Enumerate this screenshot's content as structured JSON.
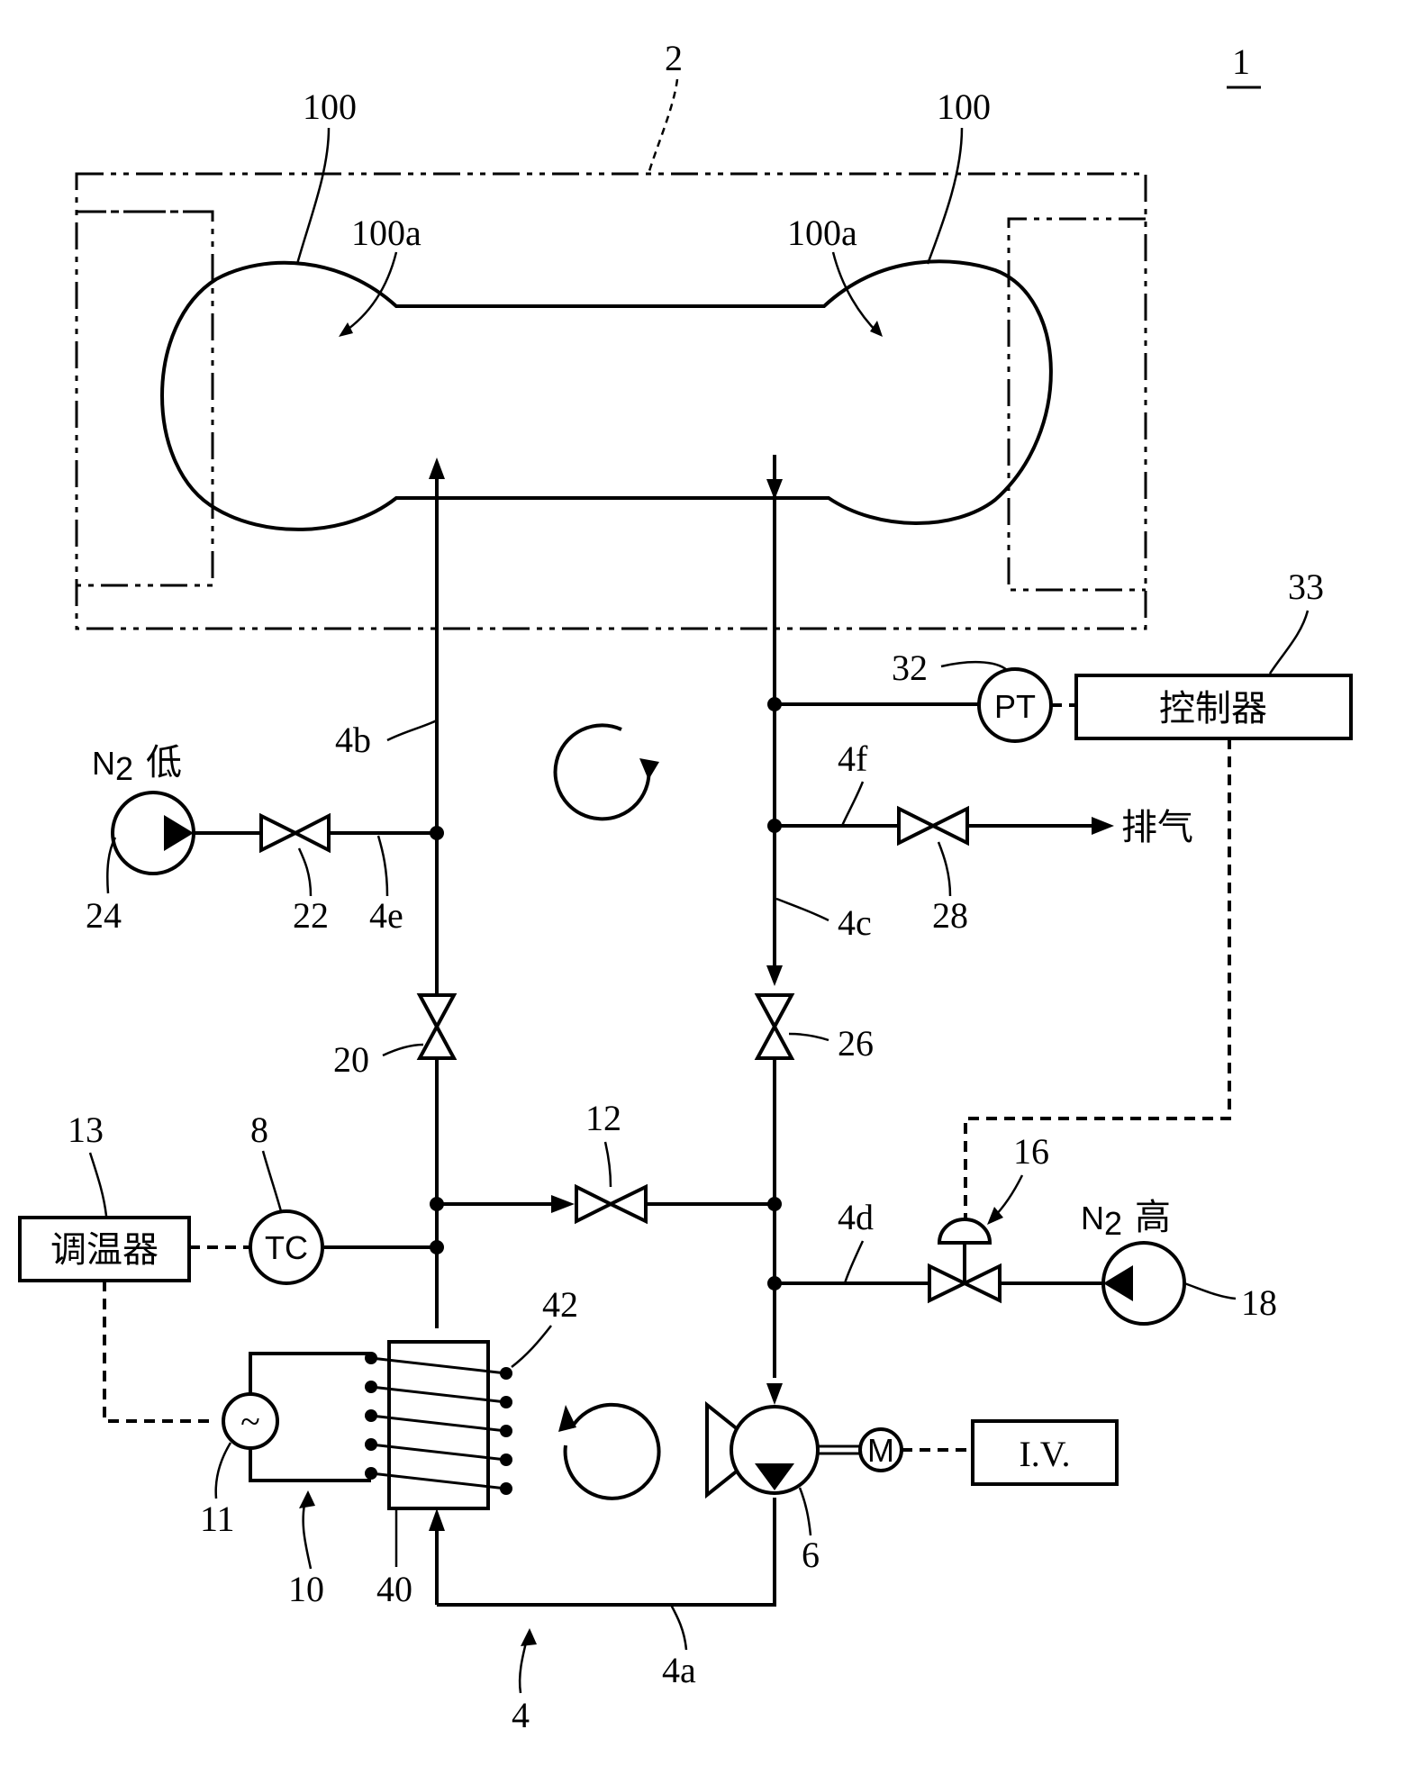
{
  "figure": {
    "ref_main": "1",
    "ref_mold": "2",
    "ref_tire_left": "100",
    "ref_tire_right": "100",
    "ref_cavity_left": "100a",
    "ref_cavity_right": "100a",
    "ref_circuit": "4",
    "ref_pipe_4a": "4a",
    "ref_pipe_4b": "4b",
    "ref_pipe_4c": "4c",
    "ref_pipe_4d": "4d",
    "ref_pipe_4e": "4e",
    "ref_pipe_4f": "4f",
    "ref_pump": "6",
    "ref_tc": "8",
    "ref_heater": "10",
    "ref_power": "11",
    "ref_valve_12": "12",
    "ref_temp_ctrl": "13",
    "ref_ctrl_valve": "16",
    "ref_n2_high": "18",
    "ref_valve_20": "20",
    "ref_valve_22": "22",
    "ref_n2_low": "24",
    "ref_valve_26": "26",
    "ref_valve_28": "28",
    "ref_pt": "32",
    "ref_controller": "33",
    "ref_heat_block": "40",
    "ref_coil": "42"
  },
  "labels": {
    "n2_low_prefix": "N",
    "n2_low_sub": "2",
    "n2_low_word": "低",
    "n2_high_prefix": "N",
    "n2_high_sub": "2",
    "n2_high_word": "高",
    "exhaust": "排气",
    "controller_box": "控制器",
    "temp_ctrl_box": "调温器",
    "pt": "PT",
    "tc": "TC",
    "motor": "M",
    "inverter": "I.V.",
    "ac_symbol": "~"
  }
}
